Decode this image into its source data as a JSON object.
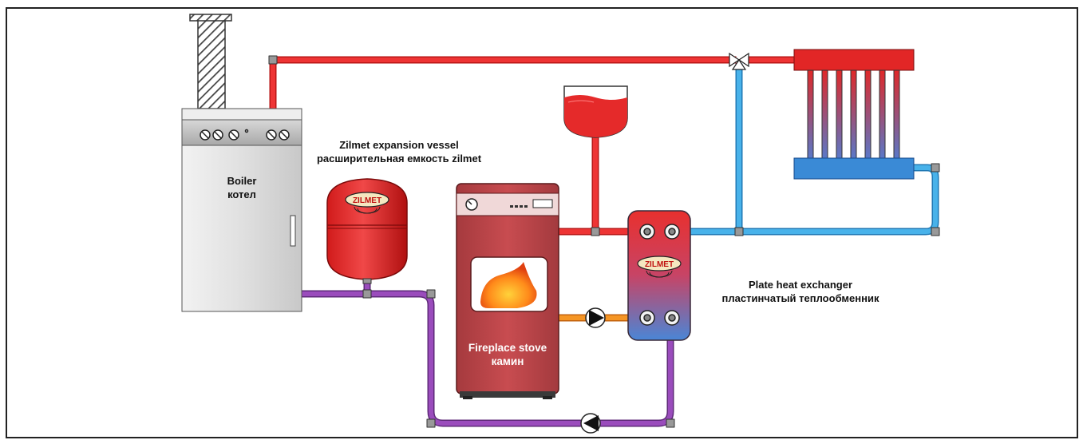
{
  "labels": {
    "boiler": {
      "en": "Boiler",
      "ru": "котел"
    },
    "vessel": {
      "en": "Zilmet expansion vessel",
      "ru": "расширительная емкость zilmet"
    },
    "stove": {
      "en": "Fireplace stove",
      "ru": "камин"
    },
    "exchanger": {
      "en": "Plate heat exchanger",
      "ru": "пластинчатый теплообменник"
    }
  },
  "brand": "ZILMET",
  "colors": {
    "hot": "#e8262a",
    "cold": "#3aa6e0",
    "return": "#8b3fa6",
    "stove_loop": "#f08a1c",
    "stove_body": "#c94a4e",
    "boiler_body": "#d9d9d9"
  },
  "icons": [
    "chimney-icon",
    "pump-icon",
    "three-way-valve-icon",
    "flame-icon",
    "radiator-icon",
    "open-tank-icon"
  ]
}
